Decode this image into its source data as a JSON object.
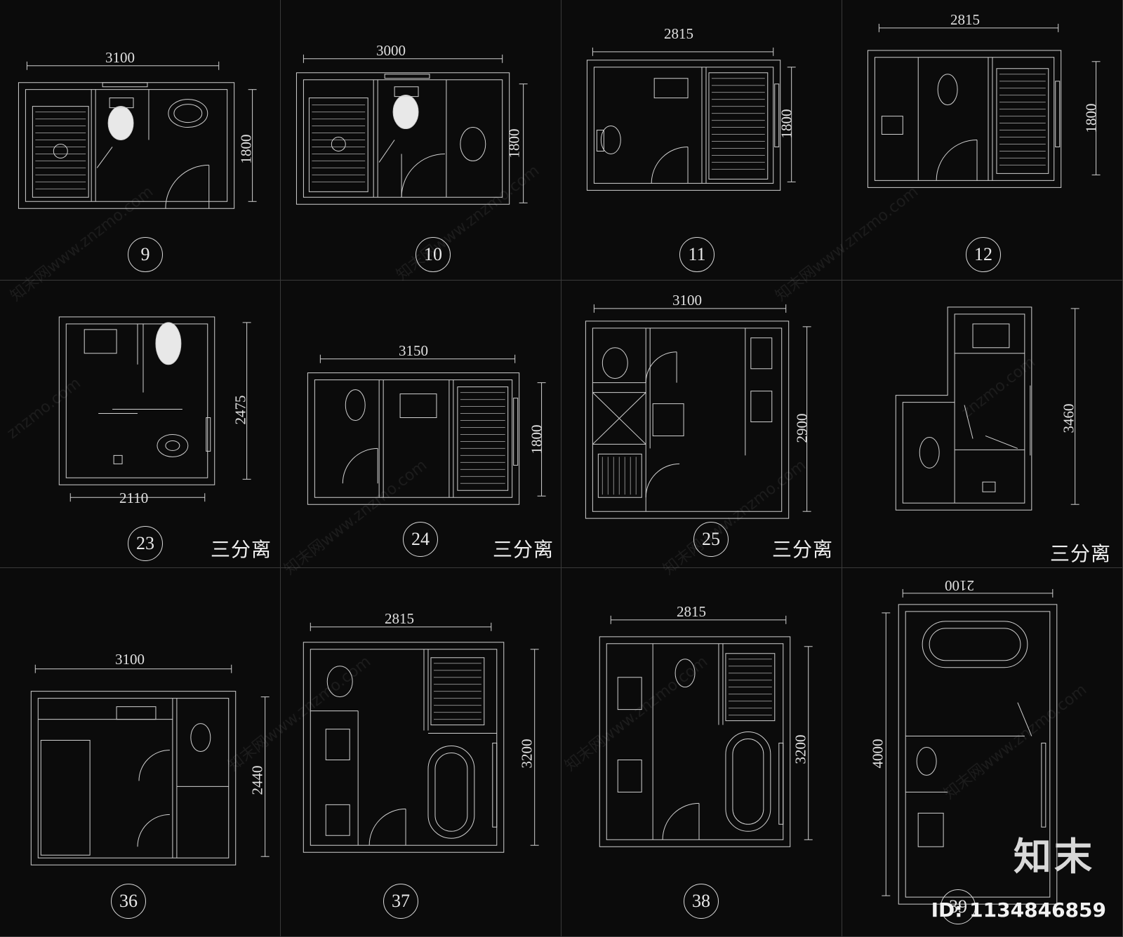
{
  "plans": [
    {
      "id": "9",
      "width_dim": "3100",
      "depth_dim": "1800",
      "tag": ""
    },
    {
      "id": "10",
      "width_dim": "3000",
      "depth_dim": "1800",
      "tag": ""
    },
    {
      "id": "11",
      "width_dim": "2815",
      "depth_dim": "1800",
      "tag": ""
    },
    {
      "id": "12",
      "width_dim": "2815",
      "depth_dim": "1800",
      "tag": ""
    },
    {
      "id": "23",
      "width_dim": "2110",
      "depth_dim": "2475",
      "tag": "三分离"
    },
    {
      "id": "24",
      "width_dim": "3150",
      "depth_dim": "1800",
      "tag": "三分离"
    },
    {
      "id": "25",
      "width_dim": "3100",
      "depth_dim": "2900",
      "tag": "三分离"
    },
    {
      "id": "",
      "width_dim": "",
      "depth_dim": "3460",
      "tag": "三分离"
    },
    {
      "id": "36",
      "width_dim": "3100",
      "depth_dim": "2440",
      "tag": ""
    },
    {
      "id": "37",
      "width_dim": "2815",
      "depth_dim": "3200",
      "tag": ""
    },
    {
      "id": "38",
      "width_dim": "2815",
      "depth_dim": "3200",
      "tag": ""
    },
    {
      "id": "39",
      "width_dim": "2100",
      "depth_dim": "4000",
      "tag": ""
    }
  ],
  "watermark": "znzmo.com",
  "watermark_cn": "知末网www.znzmo.com",
  "brand": {
    "logo_text": "知末",
    "id_text": "ID: 1134846859"
  }
}
